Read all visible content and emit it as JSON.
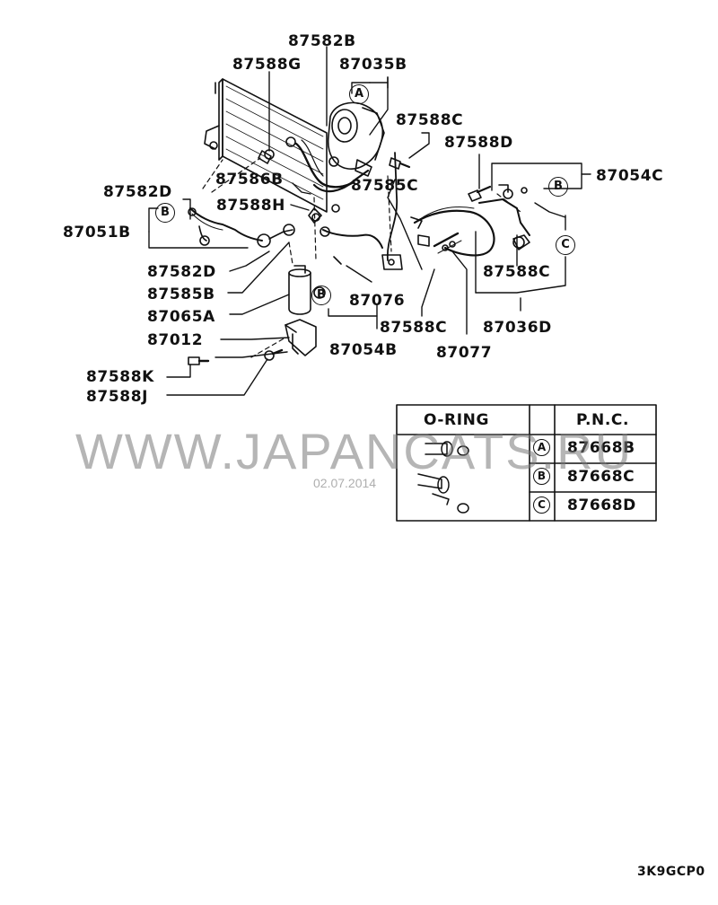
{
  "part_numbers": {
    "p87582B": "87582B",
    "p87588G": "87588G",
    "p87035B": "87035B",
    "p87588C_top": "87588C",
    "p87588D": "87588D",
    "p87054C": "87054C",
    "p87582D_top": "87582D",
    "p87586B": "87586B",
    "p87585C": "87585C",
    "p87588H": "87588H",
    "p87051B": "87051B",
    "p87582D_mid": "87582D",
    "p87585B": "87585B",
    "p87076": "87076",
    "p87588C_right": "87588C",
    "p87065A": "87065A",
    "p87588C_low": "87588C",
    "p87036D": "87036D",
    "p87012": "87012",
    "p87054B": "87054B",
    "p87077": "87077",
    "p87588K": "87588K",
    "p87588J": "87588J"
  },
  "callouts": {
    "a_top": "A",
    "b_left": "B",
    "b_right": "B",
    "b_lower": "B",
    "c_right": "C"
  },
  "oring_table": {
    "header_oring": "O-RING",
    "header_pnc": "P.N.C.",
    "rows": [
      {
        "mark": "A",
        "pnc": "87668B"
      },
      {
        "mark": "B",
        "pnc": "87668C"
      },
      {
        "mark": "C",
        "pnc": "87668D"
      }
    ]
  },
  "watermark": "WWW.JAPANCATS.RU",
  "watermark_date": "02.07.2014",
  "diagram_code": "3K9GCP0"
}
